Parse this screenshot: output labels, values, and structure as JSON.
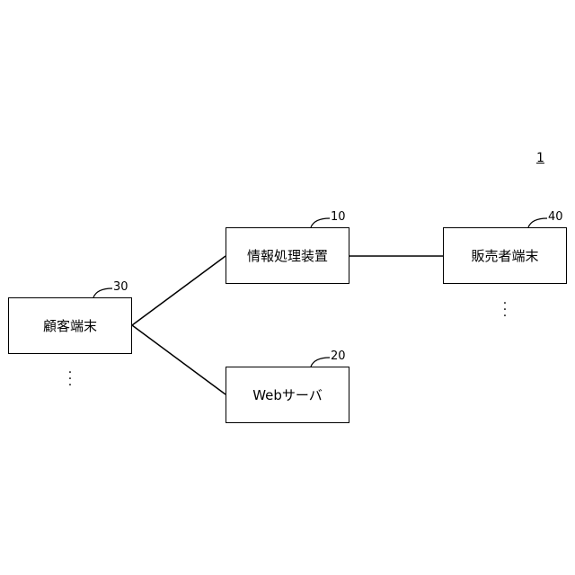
{
  "figure_number": "1",
  "nodes": {
    "info_processing": {
      "label": "情報処理装置",
      "ref": "10"
    },
    "web_server": {
      "label": "Webサーバ",
      "ref": "20"
    },
    "customer_terminal": {
      "label": "顧客端末",
      "ref": "30"
    },
    "seller_terminal": {
      "label": "販売者端末",
      "ref": "40"
    }
  }
}
